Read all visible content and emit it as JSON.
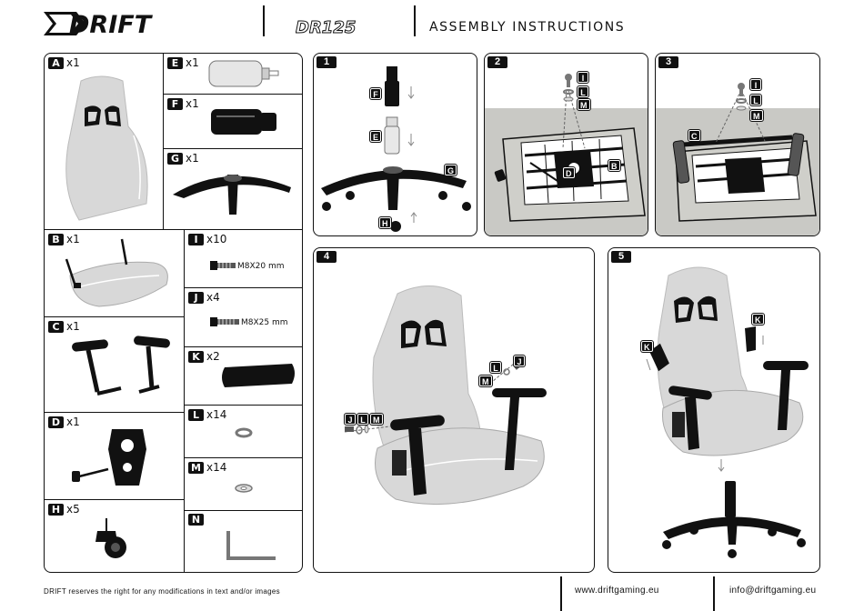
{
  "header": {
    "brand": "DRIFT",
    "model": "DR125",
    "title": "ASSEMBLY INSTRUCTIONS"
  },
  "parts": [
    {
      "letter": "A",
      "qty": "x1"
    },
    {
      "letter": "B",
      "qty": "x1"
    },
    {
      "letter": "C",
      "qty": "x1"
    },
    {
      "letter": "D",
      "qty": "x1"
    },
    {
      "letter": "H",
      "qty": "x5"
    },
    {
      "letter": "E",
      "qty": "x1"
    },
    {
      "letter": "F",
      "qty": "x1"
    },
    {
      "letter": "G",
      "qty": "x1"
    },
    {
      "letter": "I",
      "qty": "x10",
      "spec": "M8X20 mm"
    },
    {
      "letter": "J",
      "qty": "x4",
      "spec": "M8X25 mm"
    },
    {
      "letter": "K",
      "qty": "x2"
    },
    {
      "letter": "L",
      "qty": "x14"
    },
    {
      "letter": "M",
      "qty": "x14"
    },
    {
      "letter": "N",
      "qty": ""
    }
  ],
  "steps": [
    {
      "number": "1",
      "labels": [
        "F",
        "E",
        "G",
        "H"
      ]
    },
    {
      "number": "2",
      "labels": [
        "I",
        "L",
        "M",
        "D",
        "B"
      ]
    },
    {
      "number": "3",
      "labels": [
        "I",
        "L",
        "M",
        "C"
      ]
    },
    {
      "number": "4",
      "labels": [
        "J",
        "L",
        "M",
        "J",
        "L",
        "M"
      ]
    },
    {
      "number": "5",
      "labels": [
        "K",
        "K"
      ]
    }
  ],
  "footer": {
    "disclaimer": "DRIFT reserves the right for any modifications in text and/or images",
    "website": "www.driftgaming.eu",
    "email": "info@driftgaming.eu"
  },
  "colors": {
    "ink": "#111111",
    "seat_gray": "#d8d8d8",
    "floor_gray": "#c9c9c5"
  }
}
